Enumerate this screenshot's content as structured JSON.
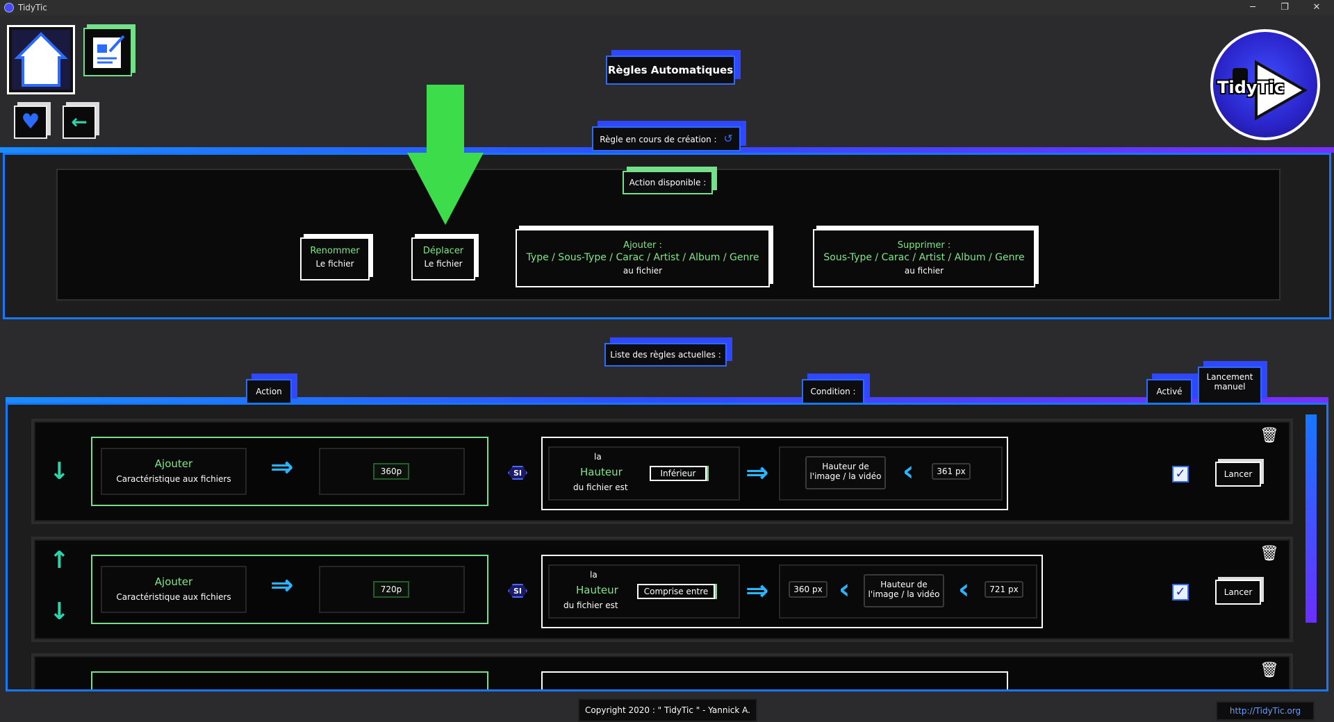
{
  "window": {
    "title": "TidyTic",
    "minimize": "─",
    "restore": "❐",
    "close": "✕"
  },
  "header": {
    "title": "Règles Automatiques",
    "logo_text": "TidyTic"
  },
  "creation": {
    "label": "Règle en cours de création :",
    "available_label": "Action disponible :"
  },
  "actions": [
    {
      "title": "Renommer",
      "sub": "Le fichier"
    },
    {
      "title": "Déplacer",
      "sub": "Le fichier"
    },
    {
      "title": "Ajouter :",
      "line2": "Type / Sous-Type / Carac / Artist / Album / Genre",
      "sub": "au fichier"
    },
    {
      "title": "Supprimer :",
      "line2": "Sous-Type / Carac / Artist / Album / Genre",
      "sub": "au fichier"
    }
  ],
  "rules_list": {
    "label": "Liste des règles actuelles :",
    "col_action": "Action",
    "col_condition": "Condition :",
    "col_active": "Activé",
    "col_manual": "Lancement manuel"
  },
  "rules": [
    {
      "action_title": "Ajouter",
      "action_sub": "Caractéristique aux fichiers",
      "value": "360p",
      "si": "SI",
      "cond_la": "la",
      "cond_field": "Hauteur",
      "cond_of": "du fichier est",
      "operator": "Inférieur",
      "target_label": "Hauteur de l'image / la vidéo",
      "bound_high": "361 px",
      "active": true,
      "run": "Lancer"
    },
    {
      "action_title": "Ajouter",
      "action_sub": "Caractéristique aux fichiers",
      "value": "720p",
      "si": "SI",
      "cond_la": "la",
      "cond_field": "Hauteur",
      "cond_of": "du fichier est",
      "operator": "Comprise entre",
      "bound_low": "360 px",
      "target_label": "Hauteur de l'image / la vidéo",
      "bound_high": "721 px",
      "active": true,
      "run": "Lancer"
    }
  ],
  "footer": {
    "copyright": "Copyright 2020 : \" TidyTic \" - Yannick A.",
    "url": "http://TidyTic.org"
  },
  "colors": {
    "accent_blue": "#2b6cff",
    "accent_green": "#74e08a",
    "accent_violet": "#7a2fff",
    "background": "#2b2b2d"
  }
}
